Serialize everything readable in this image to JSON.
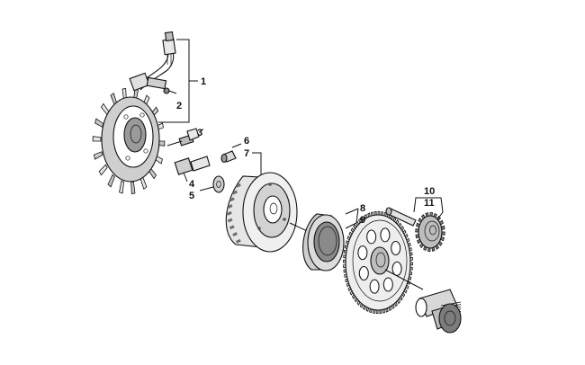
{
  "callouts": {
    "c1": "1",
    "c2": "2",
    "c3": "3",
    "c4": "4",
    "c5": "5",
    "c6": "6",
    "c7": "7",
    "c8": "8",
    "c9": "9",
    "c10": "10",
    "c11": "11"
  },
  "colors": {
    "line": "#111111",
    "background": "#ffffff",
    "shade": "#bdbdbd",
    "dark_shade": "#6e6e6e"
  }
}
